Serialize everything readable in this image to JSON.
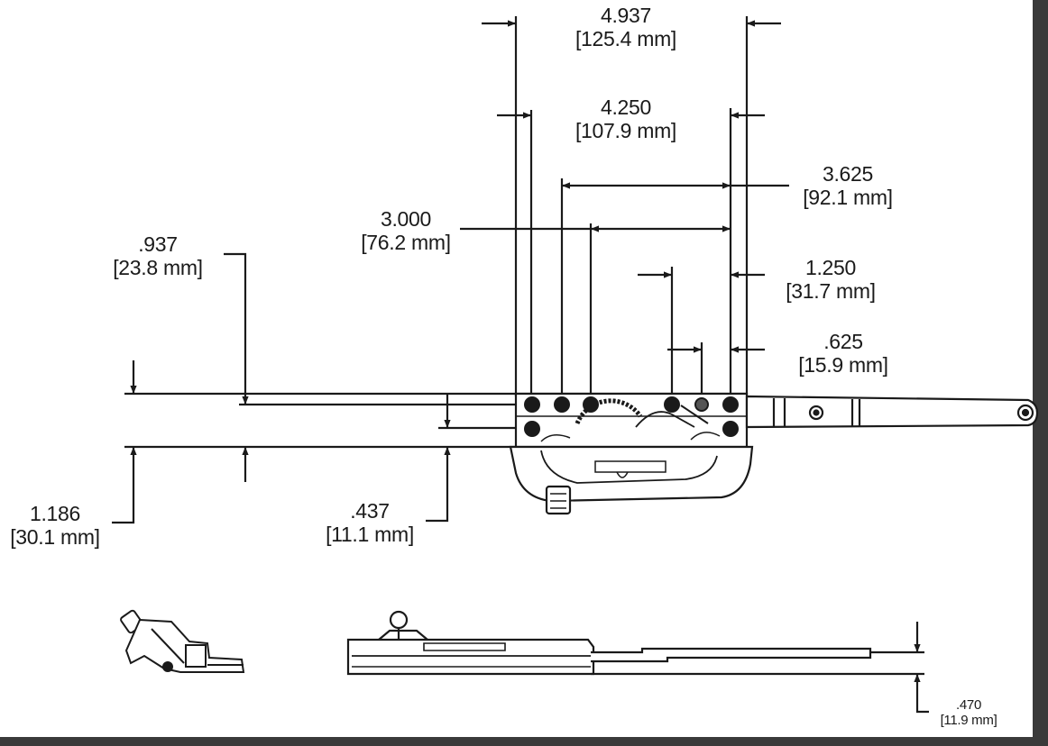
{
  "dimensions": {
    "d4937": {
      "inch": "4.937",
      "mm": "[125.4 mm]"
    },
    "d4250": {
      "inch": "4.250",
      "mm": "[107.9 mm]"
    },
    "d3625": {
      "inch": "3.625",
      "mm": "[92.1 mm]"
    },
    "d3000": {
      "inch": "3.000",
      "mm": "[76.2 mm]"
    },
    "d937": {
      "inch": ".937",
      "mm": "[23.8 mm]"
    },
    "d1250": {
      "inch": "1.250",
      "mm": "[31.7 mm]"
    },
    "d625": {
      "inch": ".625",
      "mm": "[15.9 mm]"
    },
    "d1186": {
      "inch": "1.186",
      "mm": "[30.1 mm]"
    },
    "d437": {
      "inch": ".437",
      "mm": "[11.1 mm]"
    },
    "d470": {
      "inch": ".470",
      "mm": "[11.9 mm]"
    }
  },
  "colors": {
    "ink": "#1a1a1a",
    "paper": "#ffffff",
    "frame": "#3a3a3a"
  }
}
